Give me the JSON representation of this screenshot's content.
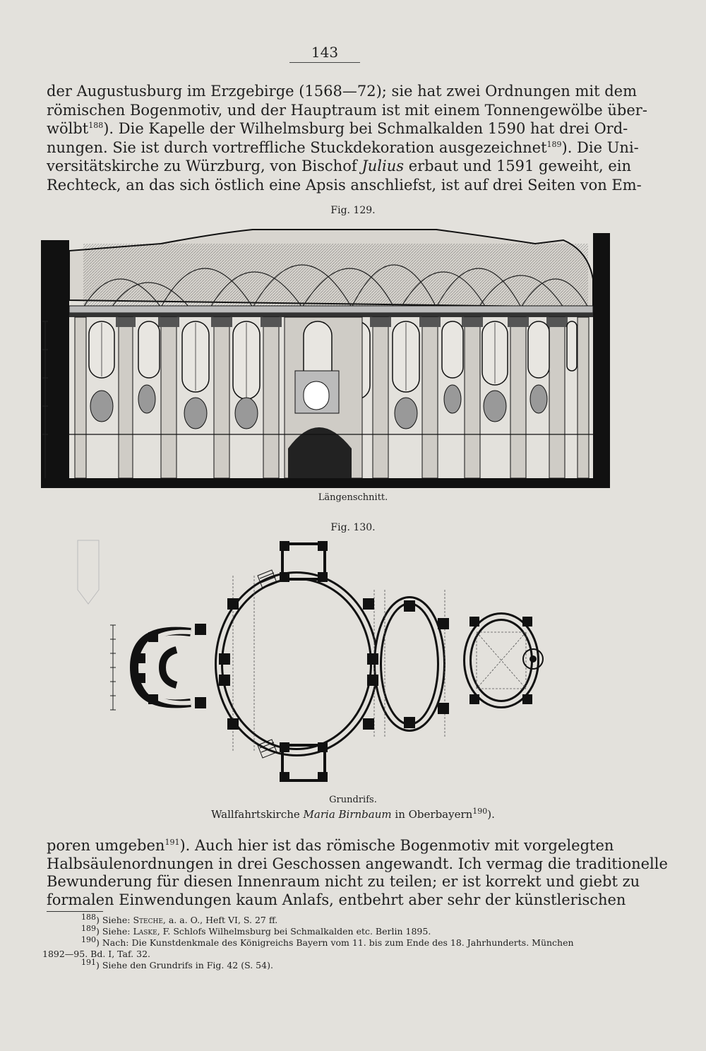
{
  "page_number": "143",
  "intro_lines": [
    "der Augustusburg im Erzgebirge (1568—72); sie hat zwei Ordnungen mit dem",
    "römischen Bogenmotiv, und der Hauptraum ist mit einem Tonnengewölbe über-",
    "wölbt",
    "). Die Kapelle der Wilhelmsburg bei Schmalkalden 1590 hat drei Ord-",
    "nungen. Sie ist durch vortreffliche Stuckdekoration ausgezeichnet",
    "). Die Uni-",
    "versitätskirche zu Würzburg, von Bischof",
    "Julius",
    "erbaut und 1591 geweiht, ein",
    "Rechteck, an das sich östlich eine Apsis anschliefst, ist auf drei Seiten von Em-"
  ],
  "refs": {
    "r188": "188",
    "r189": "189",
    "r190": "190",
    "r191": "191"
  },
  "fig129": {
    "label": "Fig. 129.",
    "caption": "Längenschnitt."
  },
  "fig130": {
    "label": "Fig. 130.",
    "caption": "Grundrifs.",
    "title_pre": "Wallfahrtskirche",
    "title_italic": "Maria Birnbaum",
    "title_post": "in Oberbayern"
  },
  "outro_lines": [
    "poren umgeben",
    "). Auch hier ist das römische Bogenmotiv mit vorgelegten",
    "Halbsäulenordnungen in drei Geschossen angewandt. Ich vermag die traditionelle",
    "Bewunderung für diesen Innenraum nicht zu teilen; er ist korrekt und giebt zu",
    "formalen Einwendungen kaum Anlafs, entbehrt aber sehr der künstlerischen"
  ],
  "footnotes": {
    "f188_num": "188",
    "f188_a": ") Siehe:",
    "f188_name": "Steche",
    "f188_b": ", a. a. O., Heft VI, S. 27 ff.",
    "f189_num": "189",
    "f189_a": ") Siehe:",
    "f189_name": "Laske",
    "f189_b": ", F. Schlofs Wilhelmsburg bei Schmalkalden etc. Berlin 1895.",
    "f190_num": "190",
    "f190_a": ") Nach: Die Kunstdenkmale des Königreichs Bayern vom 11. bis zum Ende des 18. Jahrhunderts. München",
    "f190_b": "1892—95. Bd. I, Taf. 32.",
    "f191_num": "191",
    "f191_a": ") Siehe den Grundrifs in Fig. 42 (S. 54)."
  }
}
